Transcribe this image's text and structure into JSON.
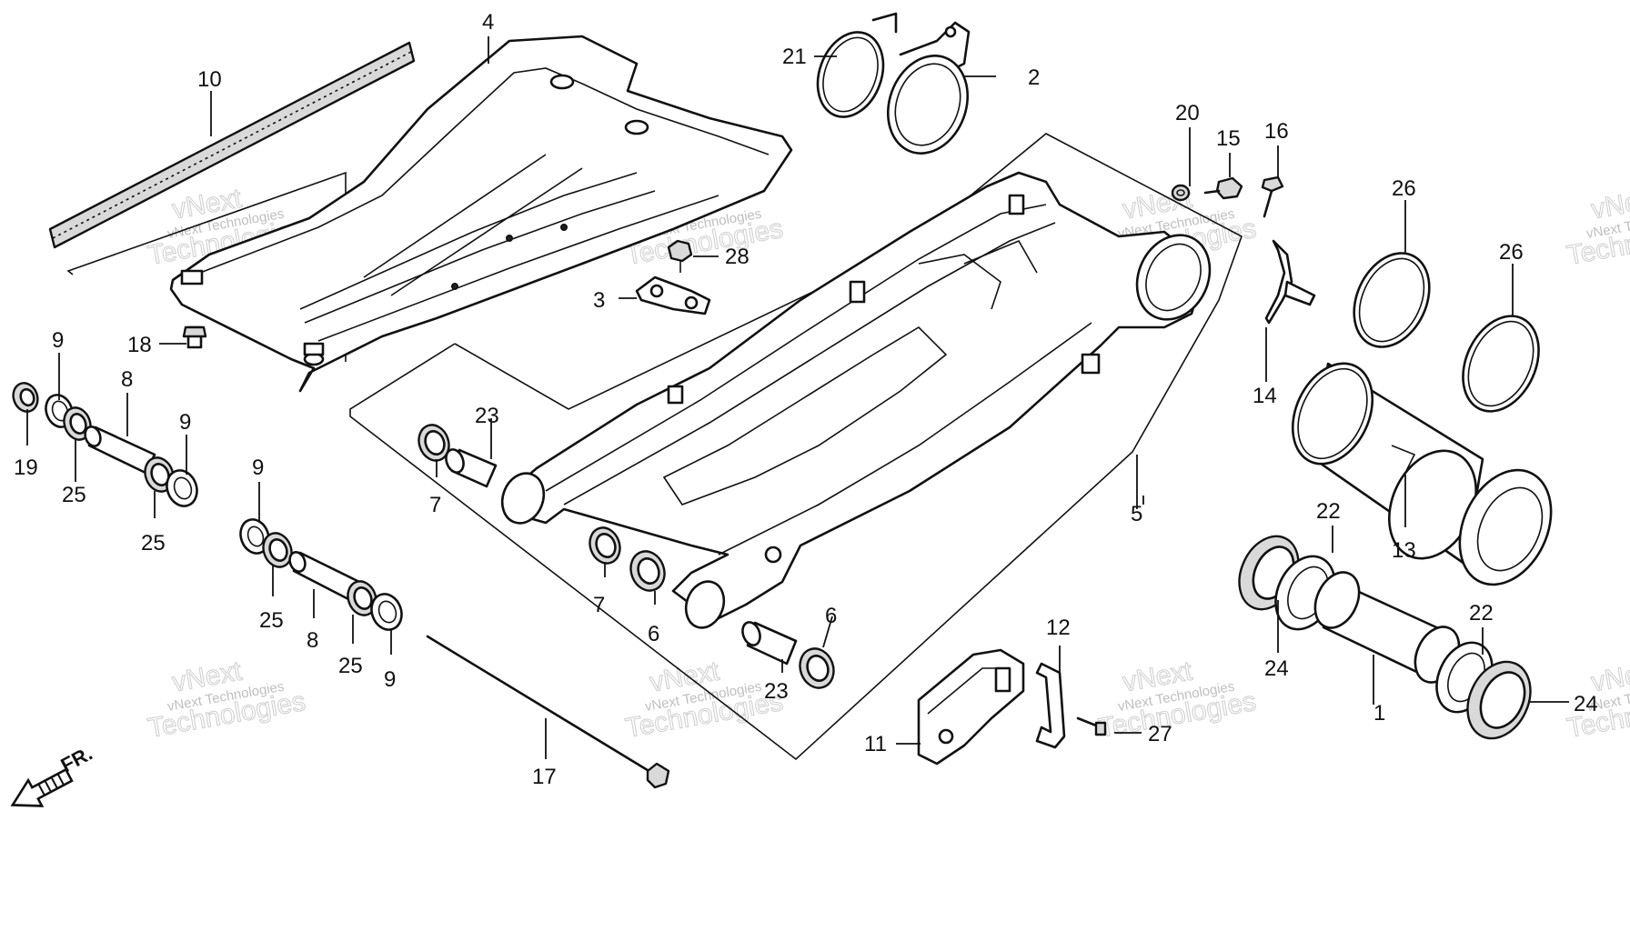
{
  "diagram": {
    "callouts": [
      {
        "id": "c1",
        "text": "1"
      },
      {
        "id": "c2",
        "text": "2"
      },
      {
        "id": "c3",
        "text": "3"
      },
      {
        "id": "c4",
        "text": "4"
      },
      {
        "id": "c5",
        "text": "5"
      },
      {
        "id": "c6a",
        "text": "6"
      },
      {
        "id": "c6b",
        "text": "6"
      },
      {
        "id": "c7a",
        "text": "7"
      },
      {
        "id": "c7b",
        "text": "7"
      },
      {
        "id": "c8a",
        "text": "8"
      },
      {
        "id": "c8b",
        "text": "8"
      },
      {
        "id": "c9a",
        "text": "9"
      },
      {
        "id": "c9b",
        "text": "9"
      },
      {
        "id": "c9c",
        "text": "9"
      },
      {
        "id": "c9d",
        "text": "9"
      },
      {
        "id": "c10",
        "text": "10"
      },
      {
        "id": "c11",
        "text": "11"
      },
      {
        "id": "c12",
        "text": "12"
      },
      {
        "id": "c13",
        "text": "13"
      },
      {
        "id": "c14",
        "text": "14"
      },
      {
        "id": "c15",
        "text": "15"
      },
      {
        "id": "c16",
        "text": "16"
      },
      {
        "id": "c17",
        "text": "17"
      },
      {
        "id": "c18",
        "text": "18"
      },
      {
        "id": "c19",
        "text": "19"
      },
      {
        "id": "c20",
        "text": "20"
      },
      {
        "id": "c21",
        "text": "21"
      },
      {
        "id": "c22a",
        "text": "22"
      },
      {
        "id": "c22b",
        "text": "22"
      },
      {
        "id": "c23a",
        "text": "23"
      },
      {
        "id": "c23b",
        "text": "23"
      },
      {
        "id": "c24a",
        "text": "24"
      },
      {
        "id": "c24b",
        "text": "24"
      },
      {
        "id": "c25a",
        "text": "25"
      },
      {
        "id": "c25b",
        "text": "25"
      },
      {
        "id": "c25c",
        "text": "25"
      },
      {
        "id": "c25d",
        "text": "25"
      },
      {
        "id": "c26a",
        "text": "26"
      },
      {
        "id": "c26b",
        "text": "26"
      },
      {
        "id": "c27",
        "text": "27"
      },
      {
        "id": "c28",
        "text": "28"
      }
    ],
    "direction_label": "FR.",
    "watermark": {
      "small": "vNext Technologies",
      "large_line1": "vNext",
      "large_line2": "Technologies"
    }
  }
}
